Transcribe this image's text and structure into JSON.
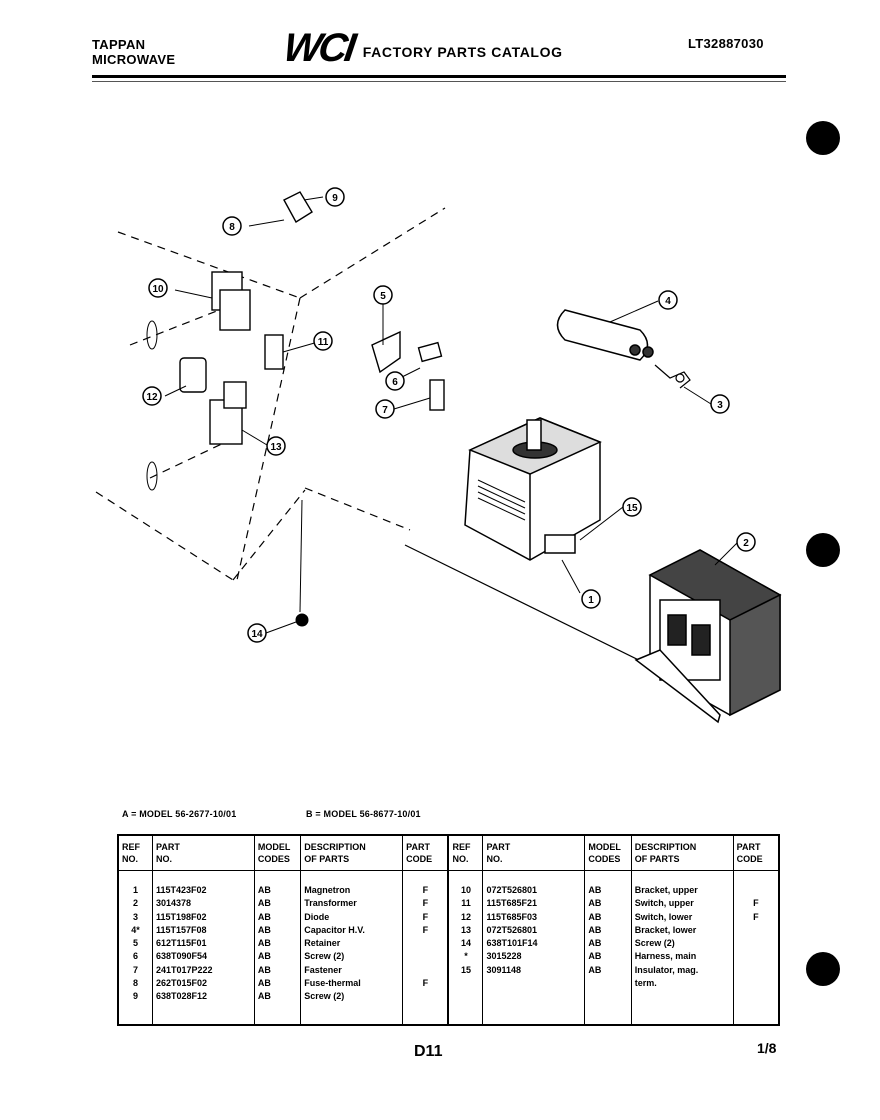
{
  "header": {
    "brand_line1": "TAPPAN",
    "brand_line2": "MICROWAVE",
    "logo": "WCI",
    "catalog_title": "FACTORY PARTS CATALOG",
    "catalog_number": "LT32887030"
  },
  "diagram": {
    "callouts": [
      "1",
      "2",
      "3",
      "4",
      "5",
      "6",
      "7",
      "8",
      "9",
      "10",
      "11",
      "12",
      "13",
      "14",
      "15"
    ]
  },
  "legend": {
    "model_a": "A = MODEL 56-2677-10/01",
    "model_b": "B = MODEL 56-8677-10/01"
  },
  "table": {
    "headers": {
      "ref": "REF\nNO.",
      "part": "PART\nNO.",
      "model": "MODEL\nCODES",
      "desc": "DESCRIPTION\nOF PARTS",
      "code": "PART\nCODE"
    },
    "left": {
      "ref": "1\n2\n3\n4*\n5\n6\n7\n8\n9",
      "part": "115T423F02\n3014378\n115T198F02\n115T157F08\n612T115F01\n638T090F54\n241T017P222\n262T015F02\n638T028F12",
      "model": "AB\nAB\nAB\nAB\nAB\nAB\nAB\nAB\nAB",
      "desc": "Magnetron\nTransformer\nDiode\nCapacitor H.V.\nRetainer\nScrew (2)\nFastener\nFuse-thermal\nScrew (2)",
      "code": "F\nF\nF\nF\n\n\n\nF\n"
    },
    "right": {
      "ref": "10\n11\n12\n13\n14\n*\n15",
      "part": "072T526801\n115T685F21\n115T685F03\n072T526801\n638T101F14\n3015228\n3091148",
      "model": "AB\nAB\nAB\nAB\nAB\nAB\nAB",
      "desc": "Bracket, upper\nSwitch, upper\nSwitch, lower\nBracket, lower\nScrew (2)\nHarness, main\nInsulator, mag.\n  term.",
      "code": "\nF\nF\n\n\n\n"
    }
  },
  "footer": {
    "page_label": "D11",
    "page_count": "1/8"
  }
}
